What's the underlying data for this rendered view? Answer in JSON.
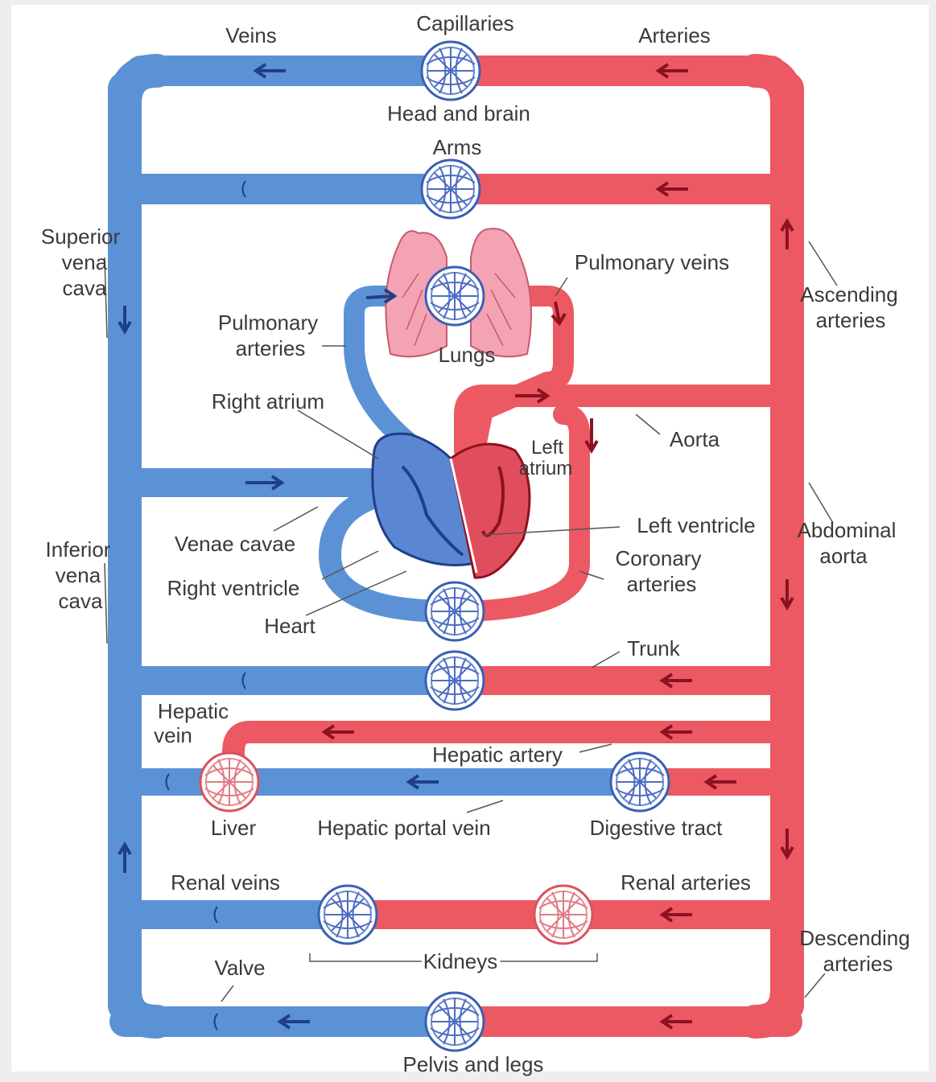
{
  "colors": {
    "vein": "#5b92d6",
    "vein_dark": "#1f3f86",
    "artery": "#ec5963",
    "artery_dark": "#8c1220",
    "lung": "#f4a3b4",
    "heart_right": "#5b86d1",
    "heart_left": "#e04e5e",
    "background": "#ffffff",
    "outer": "#eeeeee",
    "leader": "#555555"
  },
  "labels": {
    "veins": "Veins",
    "capillaries": "Capillaries",
    "arteries": "Arteries",
    "head_and_brain": "Head and brain",
    "arms": "Arms",
    "superior_vena_cava": [
      "Superior",
      "vena",
      "cava"
    ],
    "pulmonary_veins": "Pulmonary veins",
    "ascending_arteries": [
      "Ascending",
      "arteries"
    ],
    "pulmonary_arteries": [
      "Pulmonary",
      "arteries"
    ],
    "lungs": "Lungs",
    "right_atrium": "Right atrium",
    "left_atrium": [
      "Left",
      "atrium"
    ],
    "aorta": "Aorta",
    "venae_cavae": "Venae cavae",
    "left_ventricle": "Left ventricle",
    "abdominal_aorta": [
      "Abdominal",
      "aorta"
    ],
    "inferior_vena_cava": [
      "Inferior",
      "vena",
      "cava"
    ],
    "coronary_arteries": [
      "Coronary",
      "arteries"
    ],
    "right_ventricle": "Right ventricle",
    "heart": "Heart",
    "trunk": "Trunk",
    "hepatic_vein": [
      "Hepatic",
      "vein"
    ],
    "hepatic_artery": "Hepatic artery",
    "liver": "Liver",
    "hepatic_portal_vein": "Hepatic portal vein",
    "digestive_tract": "Digestive tract",
    "renal_veins": "Renal veins",
    "renal_arteries": "Renal arteries",
    "descending_arteries": [
      "Descending",
      "arteries"
    ],
    "valve": "Valve",
    "kidneys": "Kidneys",
    "pelvis_and_legs": "Pelvis and legs"
  }
}
